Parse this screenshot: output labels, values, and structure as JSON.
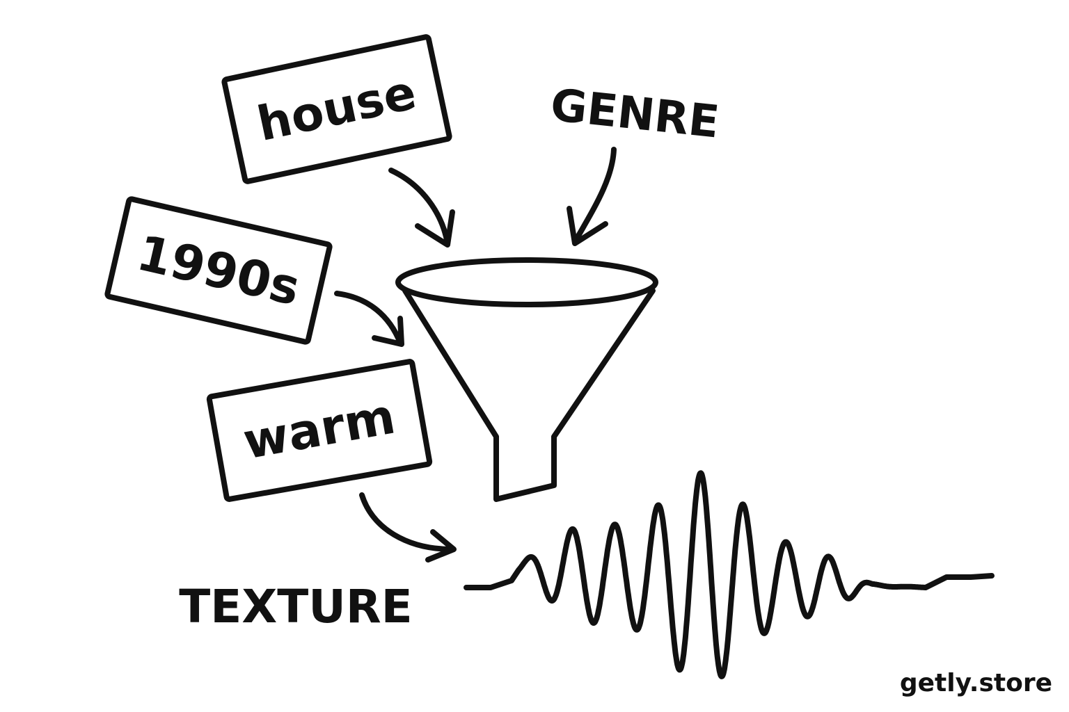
{
  "tags": [
    {
      "id": "house",
      "text": "house"
    },
    {
      "id": "1990s",
      "text": "1990s"
    },
    {
      "id": "warm",
      "text": "warm"
    }
  ],
  "labels": {
    "genre": "GENRE",
    "texture": "TEXTURE"
  },
  "watermark": "getly.store",
  "colors": {
    "ink": "#111111",
    "background": "#ffffff"
  },
  "icons": {
    "funnel": "funnel-icon",
    "waveform": "sound-wave-icon"
  }
}
